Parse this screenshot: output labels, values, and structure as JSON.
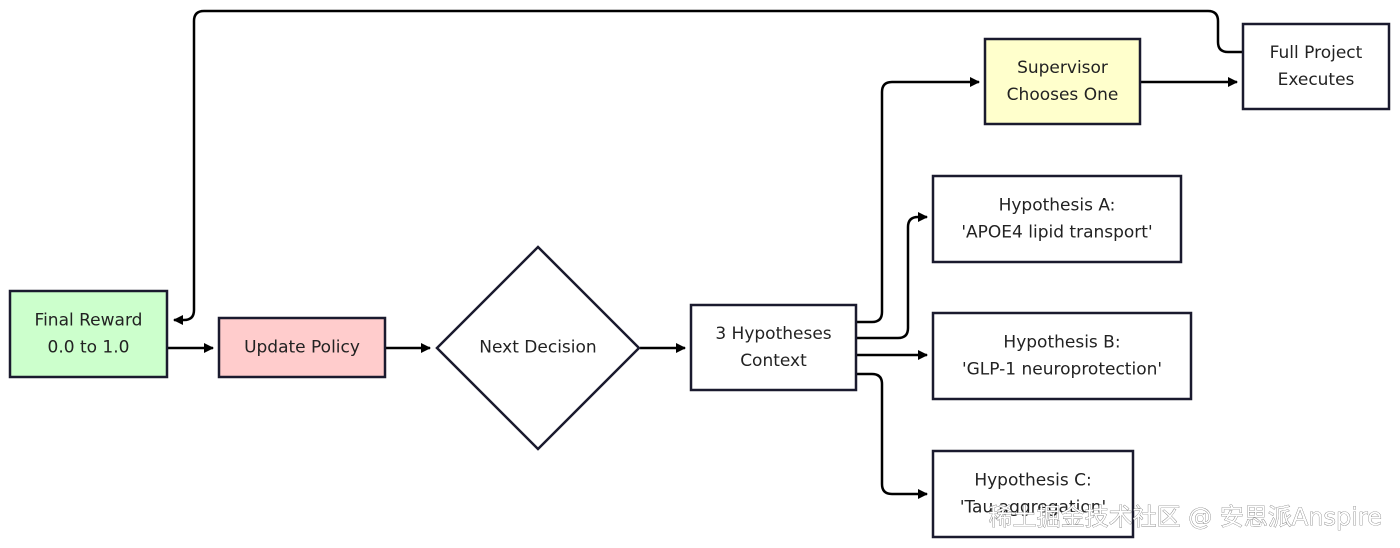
{
  "nodes": {
    "final_reward": {
      "lines": [
        "Final Reward",
        "0.0 to 1.0"
      ],
      "fill": "#ccffcc"
    },
    "update_policy": {
      "lines": [
        "Update Policy"
      ],
      "fill": "#ffcccc"
    },
    "next_decision": {
      "lines": [
        "Next Decision"
      ],
      "fill": "#ffffff"
    },
    "hypotheses_context": {
      "lines": [
        "3 Hypotheses",
        "Context"
      ],
      "fill": "#ffffff"
    },
    "supervisor": {
      "lines": [
        "Supervisor",
        "Chooses One"
      ],
      "fill": "#ffffcc"
    },
    "full_project": {
      "lines": [
        "Full Project",
        "Executes"
      ],
      "fill": "#ffffff"
    },
    "hypothesis_a": {
      "lines": [
        "Hypothesis A:",
        "'APOE4 lipid transport'"
      ],
      "fill": "#ffffff"
    },
    "hypothesis_b": {
      "lines": [
        "Hypothesis B:",
        "'GLP-1 neuroprotection'"
      ],
      "fill": "#ffffff"
    },
    "hypothesis_c": {
      "lines": [
        "Hypothesis C:",
        "'Tau aggregation'"
      ],
      "fill": "#ffffff"
    }
  },
  "watermark": "稀土掘金技术社区 @ 安思派Anspire",
  "colors": {
    "stroke": "#1a1a2e",
    "edge": "#000000",
    "text": "#222222"
  }
}
